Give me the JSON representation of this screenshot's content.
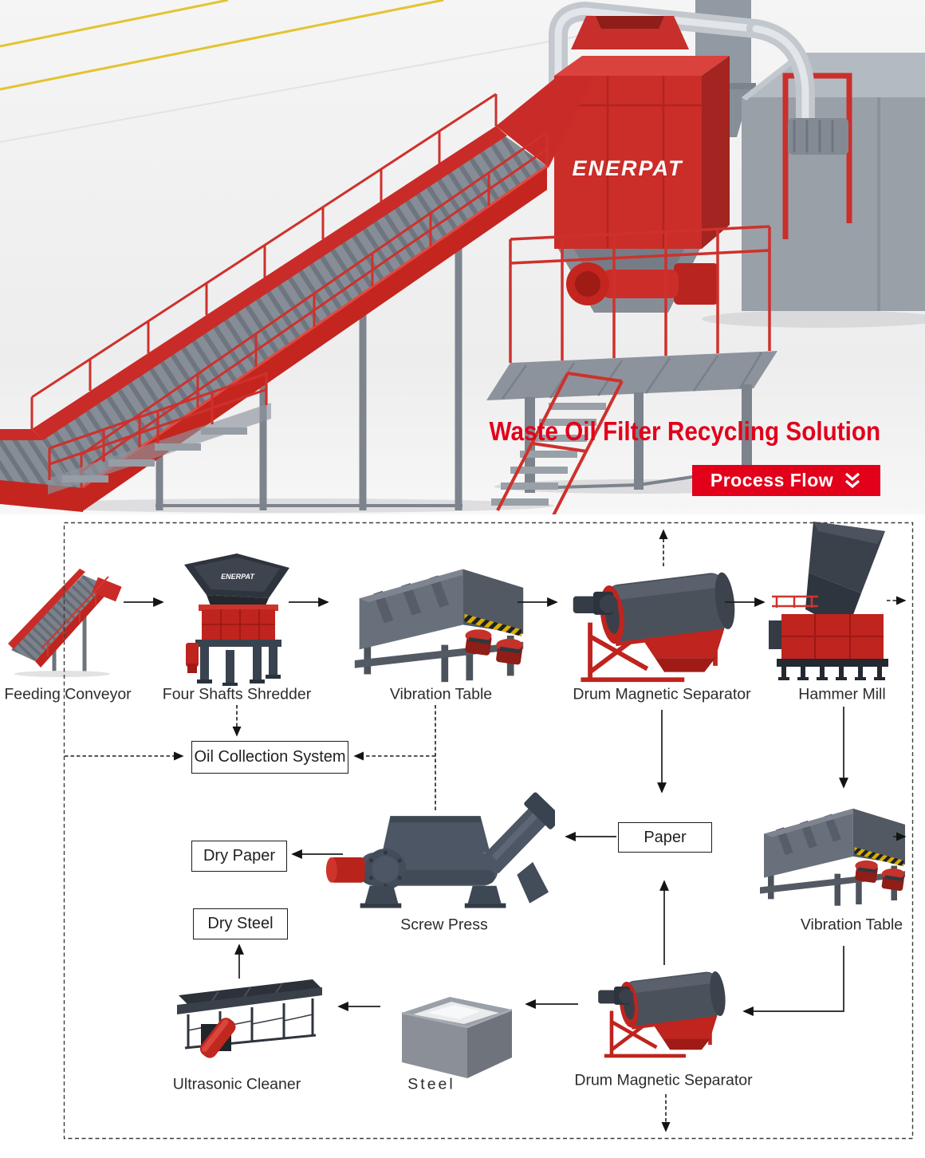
{
  "brand": "ENERPAT",
  "hero": {
    "title": "Waste Oil Filter Recycling Solution",
    "button_label": "Process Flow",
    "button_icon": "double-chevron-down"
  },
  "colors": {
    "accent_red": "#e2001a",
    "machine_red": "#c4251f",
    "steel_gray": "#9aa0a8"
  },
  "flow": {
    "stations": [
      {
        "id": "feeding-conveyor",
        "label": "Feeding Conveyor"
      },
      {
        "id": "four-shafts-shredder",
        "label": "Four Shafts Shredder"
      },
      {
        "id": "vibration-table-1",
        "label": "Vibration Table"
      },
      {
        "id": "drum-magnetic-separator-1",
        "label": "Drum Magnetic Separator"
      },
      {
        "id": "hammer-mill",
        "label": "Hammer Mill"
      },
      {
        "id": "screw-press",
        "label": "Screw Press"
      },
      {
        "id": "vibration-table-2",
        "label": "Vibration Table"
      },
      {
        "id": "ultrasonic-cleaner",
        "label": "Ultrasonic Cleaner"
      },
      {
        "id": "steel",
        "label": "Steel"
      },
      {
        "id": "drum-magnetic-separator-2",
        "label": "Drum Magnetic Separator"
      }
    ],
    "boxes": [
      {
        "id": "oil-collection-system",
        "label": "Oil Collection System"
      },
      {
        "id": "dry-paper",
        "label": "Dry Paper"
      },
      {
        "id": "dry-steel",
        "label": "Dry Steel"
      },
      {
        "id": "paper",
        "label": "Paper"
      }
    ]
  }
}
